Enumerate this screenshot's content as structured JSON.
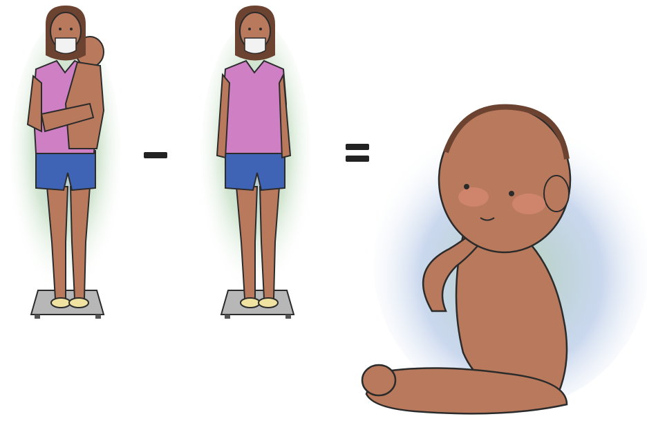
{
  "illustration": {
    "concept": "",
    "operators": [
      "−",
      "="
    ]
  },
  "colors": {
    "skin": "#b8795c",
    "skin_shadow": "#9a5e45",
    "hair": "#6b4330",
    "shirt": "#cf7fc4",
    "shorts": "#3f63b5",
    "mask": "#f2f2f2",
    "scale": "#b7b7b7",
    "shoes": "#f0e2a0",
    "aura_blue": "#8aa8d8",
    "aura_green": "#9cc79a",
    "outline": "#2b2b2b"
  },
  "icons": [
    "mother-holding-baby-on-scale",
    "minus-icon",
    "mother-alone-on-scale",
    "equals-icon",
    "sitting-baby"
  ]
}
